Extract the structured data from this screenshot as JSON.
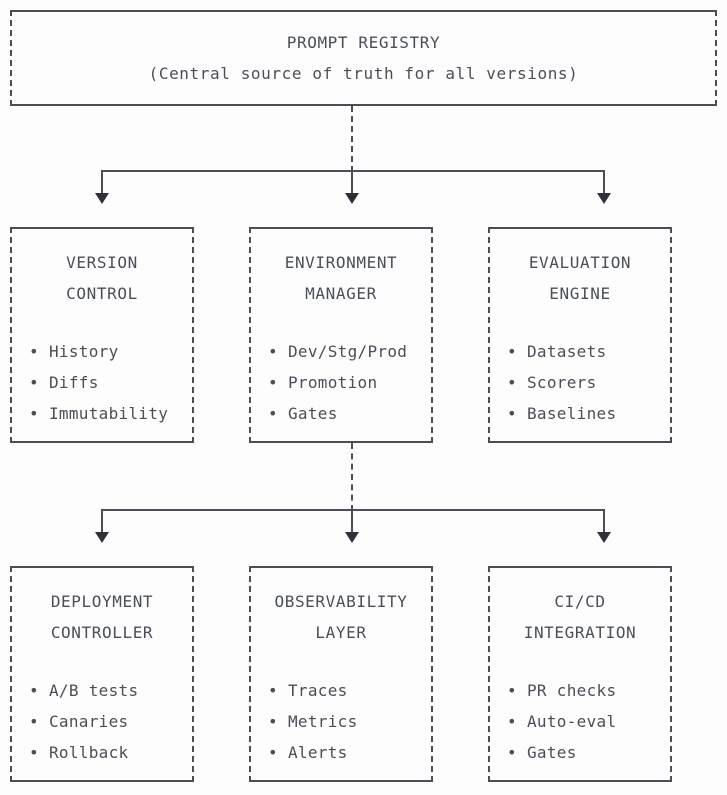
{
  "diagram": {
    "title": "PROMPT REGISTRY",
    "colors": {
      "stroke": "#4a4f57",
      "arrow": "#2e3238",
      "background": "#fdfdfd",
      "text": "#4a4f57"
    },
    "root": {
      "name": "PROMPT REGISTRY",
      "subtitle": "(Central source of truth for all versions)"
    },
    "rows": [
      {
        "nodes": [
          {
            "title": "VERSION\nCONTROL",
            "items": [
              "History",
              "Diffs",
              "Immutability"
            ]
          },
          {
            "title": "ENVIRONMENT\nMANAGER",
            "items": [
              "Dev/Stg/Prod",
              "Promotion",
              "Gates"
            ]
          },
          {
            "title": "EVALUATION\nENGINE",
            "items": [
              "Datasets",
              "Scorers",
              "Baselines"
            ]
          }
        ]
      },
      {
        "nodes": [
          {
            "title": "DEPLOYMENT\nCONTROLLER",
            "items": [
              "A/B tests",
              "Canaries",
              "Rollback"
            ]
          },
          {
            "title": "OBSERVABILITY\nLAYER",
            "items": [
              "Traces",
              "Metrics",
              "Alerts"
            ]
          },
          {
            "title": "CI/CD\nINTEGRATION",
            "items": [
              "PR checks",
              "Auto-eval",
              "Gates"
            ]
          }
        ]
      }
    ],
    "bullet_glyph": "•"
  }
}
